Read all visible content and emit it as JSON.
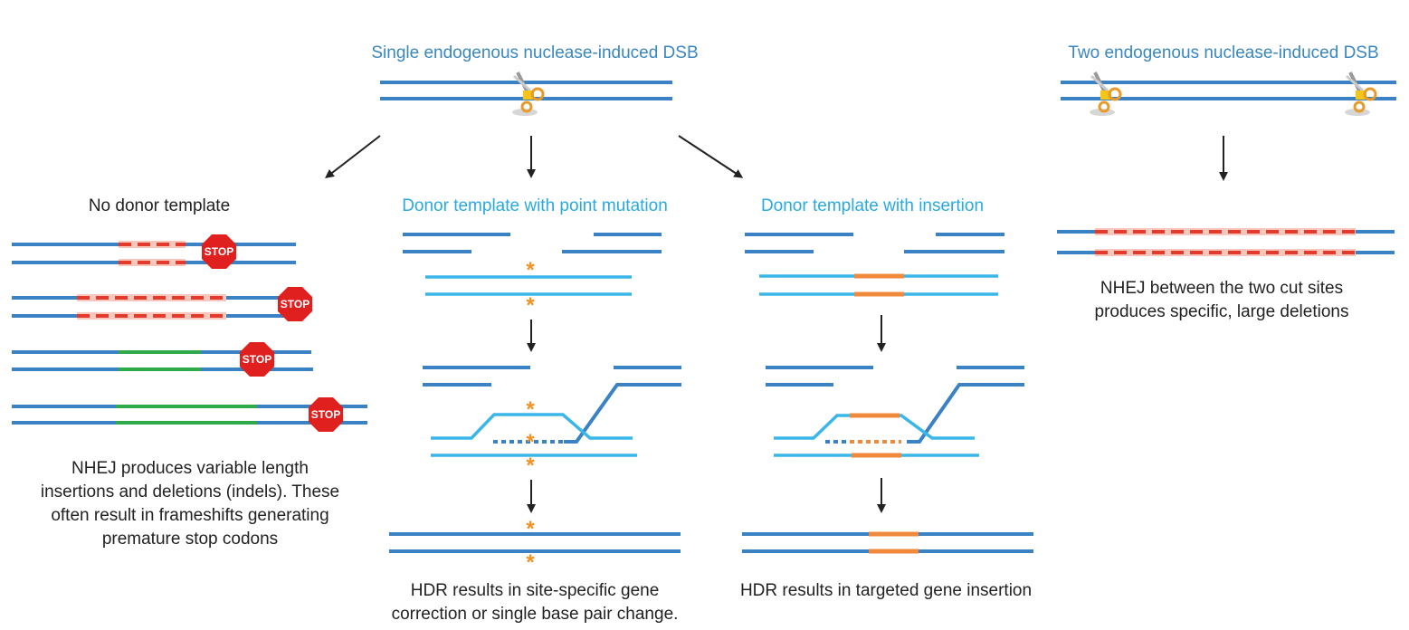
{
  "titles": {
    "single_dsb": "Single endogenous nuclease-induced DSB",
    "two_dsb": "Two endogenous nuclease-induced DSB",
    "no_donor": "No donor template",
    "point_mutation": "Donor template with point mutation",
    "insertion": "Donor template with insertion"
  },
  "captions": {
    "nhej_indels": [
      "NHEJ produces variable length",
      "insertions and deletions (indels). These",
      "often result in frameshifts generating",
      "premature stop codons"
    ],
    "hdr_correction": [
      "HDR results in site-specific gene",
      "correction or single base pair change."
    ],
    "hdr_insertion": [
      "HDR results in targeted gene insertion"
    ],
    "nhej_deletion": [
      "NHEJ between the two cut sites",
      "produces specific, large deletions"
    ]
  },
  "stop_label": "STOP",
  "mutation_marker": "*",
  "colors": {
    "dna": "#3b82c4",
    "donor": "#3bb6e8",
    "deletion": "#e23a2c",
    "insertion_indel": "#2eaa4a",
    "insert_gene": "#ef8a3c",
    "stop": "#e0201e",
    "title_dark": "#3a87c0",
    "title_light": "#29a9df"
  }
}
